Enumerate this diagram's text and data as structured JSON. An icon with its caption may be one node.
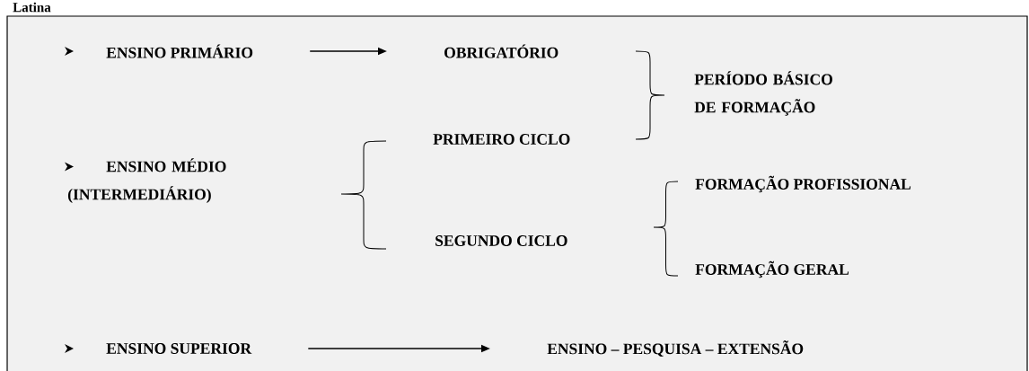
{
  "diagram": {
    "title": "Latina",
    "nodes": [
      {
        "text": [
          "ENSINO PRIMÁRIO"
        ]
      },
      {
        "text": [
          "OBRIGATÓRIO"
        ]
      },
      {
        "text": [
          "PERÍODO BÁSICO DE FORMAÇÃO"
        ]
      },
      {
        "text": [
          "PRIMEIRO CICLO"
        ]
      },
      {
        "text": [
          "ENSINO MÉDIO (INTERMEDIÁRIO)"
        ]
      },
      {
        "text": [
          "SEGUNDO CICLO"
        ]
      },
      {
        "text": [
          "FORMAÇÃO PROFISSIONAL"
        ]
      },
      {
        "text": [
          "FORMAÇÃO GERAL"
        ]
      },
      {
        "text": [
          "ENSINO SUPERIOR"
        ]
      },
      {
        "text": [
          "ENSINO – PESQUISA – EXTENSÃO"
        ]
      }
    ],
    "edges": [
      {
        "from": 0,
        "to": 1,
        "arrow": "to"
      },
      {
        "from": 8,
        "to": 9,
        "arrow": "to"
      }
    ]
  }
}
